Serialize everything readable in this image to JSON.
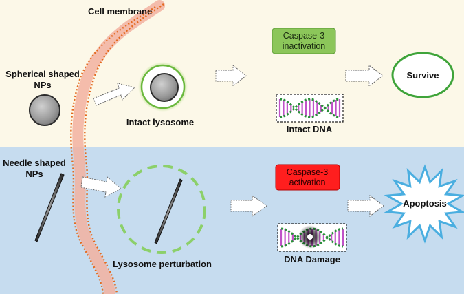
{
  "labels": {
    "cell_membrane": "Cell membrane",
    "spherical_line1": "Spherical shaped",
    "spherical_line2": "NPs",
    "needle_line1": "Needle shaped",
    "needle_line2": "NPs",
    "intact_lysosome": "Intact lysosome",
    "lysosome_perturbation": "Lysosome perturbation",
    "caspase_inactivation_line1": "Caspase-3",
    "caspase_inactivation_line2": "inactivation",
    "caspase_activation_line1": "Caspase-3",
    "caspase_activation_line2": "activation",
    "intact_dna": "Intact DNA",
    "dna_damage": "DNA Damage",
    "survive": "Survive",
    "apoptosis": "Apoptosis"
  },
  "colors": {
    "top_panel": "#fcf8e8",
    "bottom_panel": "#c6dcef",
    "membrane": "#f2b2a0",
    "membrane_dots": "#e46a1e",
    "lysosome_green": "#7ec850",
    "green_box": "#8cc65a",
    "red_box": "#ff1e1e",
    "starburst": "#4aaee0",
    "dna_strand": "#c052c8",
    "dna_bead": "#2a8f3a"
  }
}
